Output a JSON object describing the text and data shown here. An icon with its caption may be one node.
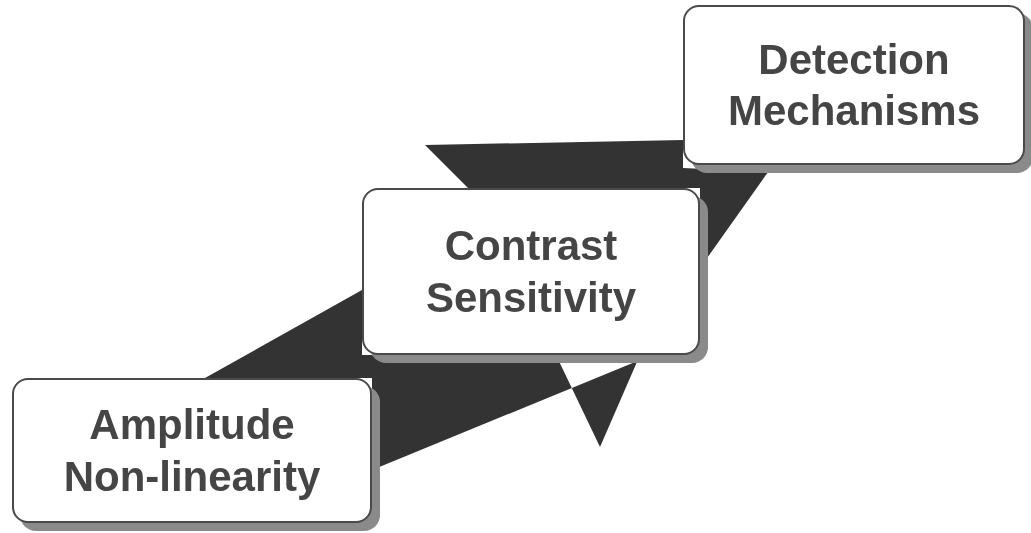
{
  "diagram": {
    "nodes": [
      {
        "text": [
          "Amplitude Non-linearity"
        ]
      },
      {
        "text": [
          "Contrast Sensitivity"
        ]
      },
      {
        "text": [
          "Detection Mechanisms"
        ]
      }
    ],
    "edges": [
      {
        "from": 0,
        "to": 1,
        "arrow": "none",
        "style": "thick"
      },
      {
        "from": 1,
        "to": 2,
        "arrow": "none",
        "style": "thick"
      }
    ]
  }
}
